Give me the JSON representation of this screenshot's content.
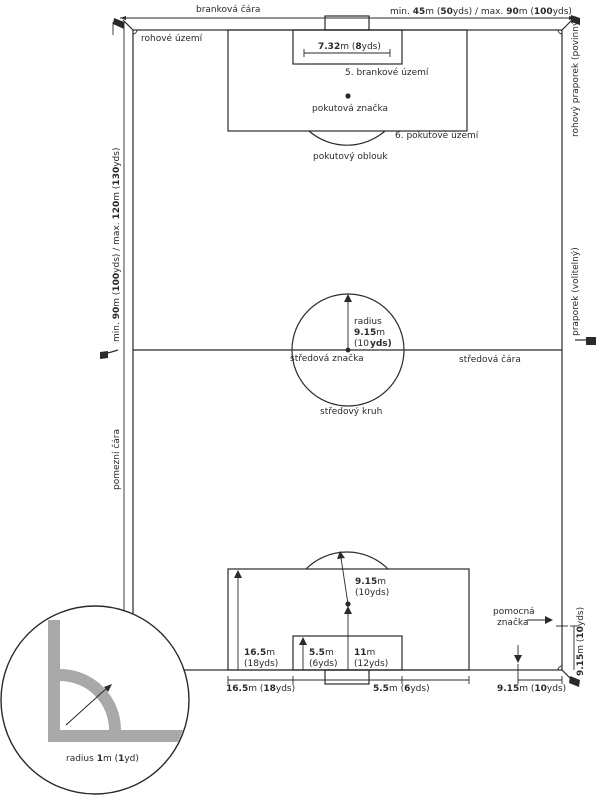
{
  "labels": {
    "goal_line": "branková čára",
    "width_prefix": "min. ",
    "width_v1": "45",
    "width_u1": "m (",
    "width_v2": "50",
    "width_u2": "yds) / max. ",
    "width_v3": "90",
    "width_u3": "m (",
    "width_v4": "100",
    "width_u4": "yds)",
    "corner_area": "rohové území",
    "goal_width_v": "7.32",
    "goal_width_u1": "m (",
    "goal_width_v2": "8",
    "goal_width_u2": "yds)",
    "goal_area": "5. brankové území",
    "penalty_mark": "pokutová značka",
    "penalty_area": "6. pokutové území",
    "penalty_arc": "pokutový oblouk",
    "corner_flag": "rohový praporek (povinný)",
    "length_prefix": "min. ",
    "length_v1": "90",
    "length_u1": "m (",
    "length_v2": "100",
    "length_u2": "yds) / max. ",
    "length_v3": "120",
    "length_u3": "m (",
    "length_v4": "130",
    "length_u4": "yds)",
    "radius_label": "radius",
    "radius_m_v": "9.15",
    "radius_m_u": "m",
    "radius_yd": "(10",
    "radius_yd_u": "yds)",
    "center_mark": "středová značka",
    "halfway_line": "středová čára",
    "optional_flag": "praporek (volitelný)",
    "center_circle": "středový kruh",
    "touch_line": "pomezní čára",
    "arc_dist_v": "9.15",
    "arc_dist_u": "m",
    "arc_dist_yd": "(10",
    "arc_dist_yd_u": "yds)",
    "pen_depth_v": "16.5",
    "pen_depth_u": "m",
    "pen_depth_yd": "(18",
    "pen_depth_yd_u": "yds)",
    "goal_depth_v": "5.5",
    "goal_depth_u": "m",
    "goal_depth_yd": "(6",
    "goal_depth_yd_u": "yds)",
    "spot_dist_v": "11",
    "spot_dist_u": "m",
    "spot_dist_yd": "(12",
    "spot_dist_yd_u": "yds)",
    "aux_mark_1": "pomocná",
    "aux_mark_2": "značka",
    "right_dist_v": "9.15",
    "right_dist_u": "m (",
    "right_dist_v2": "10",
    "right_dist_u2": "yds)",
    "bottom_pen_v": "16.5",
    "bottom_pen_u": "m (",
    "bottom_pen_v2": "18",
    "bottom_pen_u2": "yds)",
    "bottom_goal_v": "5.5",
    "bottom_goal_u": "m (",
    "bottom_goal_v2": "6",
    "bottom_goal_u2": "yds)",
    "bottom_corner_v": "9.15",
    "bottom_corner_u": "m (",
    "bottom_corner_v2": "10",
    "bottom_corner_u2": "yds)",
    "corner_radius_prefix": "radius ",
    "corner_radius_v": "1",
    "corner_radius_u": "m (",
    "corner_radius_v2": "1",
    "corner_radius_u2": "yd)"
  },
  "colors": {
    "line": "#2a2a2a",
    "flag": "#2a2a2a",
    "corner_fill": "#a9a9a9"
  }
}
